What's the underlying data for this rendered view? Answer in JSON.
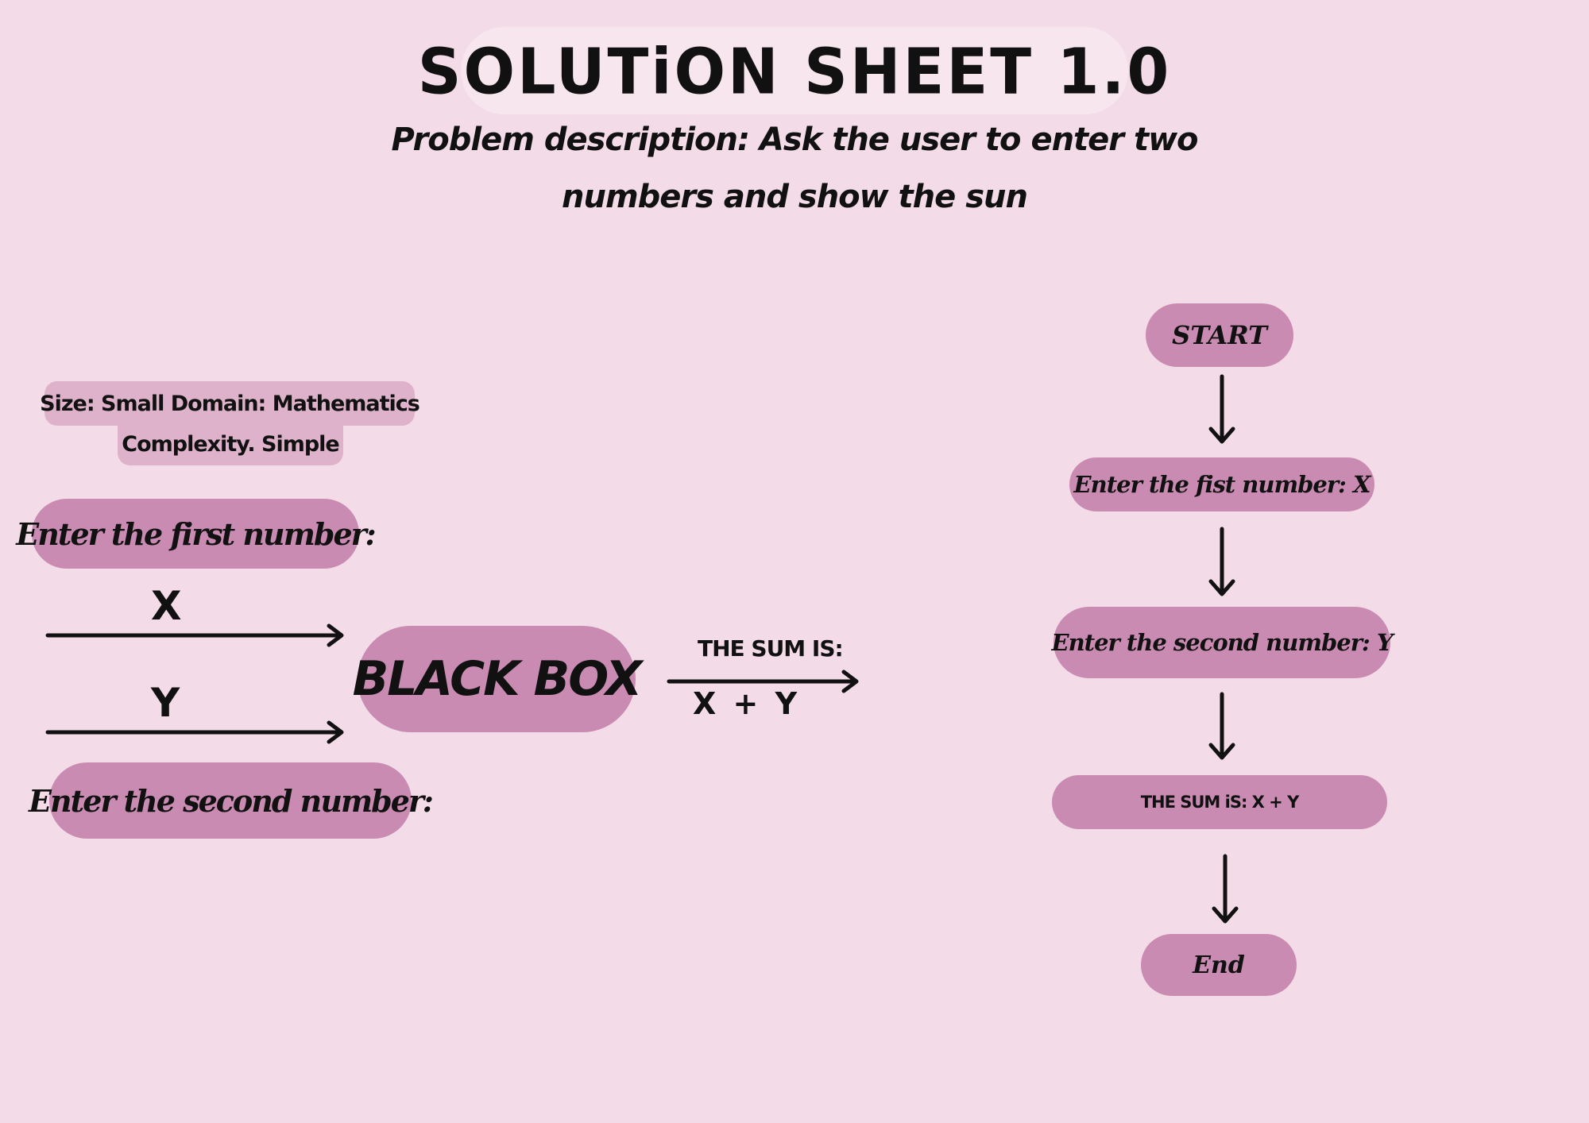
{
  "title": "SOLUTiON SHEET  1.0",
  "problem_description": "Problem description: Ask the user to enter two numbers and show the sun",
  "meta": {
    "line1": "Size: Small Domain: Mathematics",
    "line2": "Complexity. Simple"
  },
  "black_box_diagram": {
    "input_first_label": "Enter the first number:",
    "input_second_label": "Enter the second number:",
    "var_x": "X",
    "var_y": "Y",
    "box_label": "BLACK BOX",
    "output_label": "THE SUM IS:",
    "output_expression": "X + Y"
  },
  "flowchart": {
    "start": "START",
    "step_first": "Enter the fist number: X",
    "step_second": "Enter the second number: Y",
    "step_output": "THE SUM iS:  X + Y",
    "end": "End"
  },
  "colors": {
    "background": "#f3dbe8",
    "pill": "#c98bb1",
    "meta_pill": "#deb2ca",
    "title_pill": "#f8e6ef",
    "ink": "#111111"
  }
}
